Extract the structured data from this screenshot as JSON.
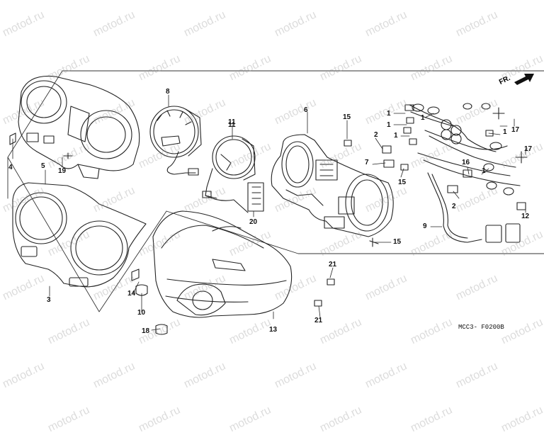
{
  "watermark": "motod.ru",
  "diagram_code": "MCC3- F0200B",
  "direction_label": "FR.",
  "callouts": [
    "1",
    "2",
    "3",
    "4",
    "5",
    "6",
    "7",
    "8",
    "9",
    "10",
    "11",
    "12",
    "13",
    "14",
    "15",
    "16",
    "17",
    "18",
    "19",
    "20",
    "21"
  ],
  "parts": {
    "meter_case": "4, 5, 19",
    "meter_cover": "3",
    "speedometer": "8",
    "tachometer": "11",
    "meter_housing": "6",
    "wire_harness": "9",
    "fairing_panel": "13",
    "fasteners": "10, 14, 15, 18, 21",
    "bulbs_and_sockets": "1, 2, 7, 12, 16, 17",
    "bracket": "20"
  }
}
